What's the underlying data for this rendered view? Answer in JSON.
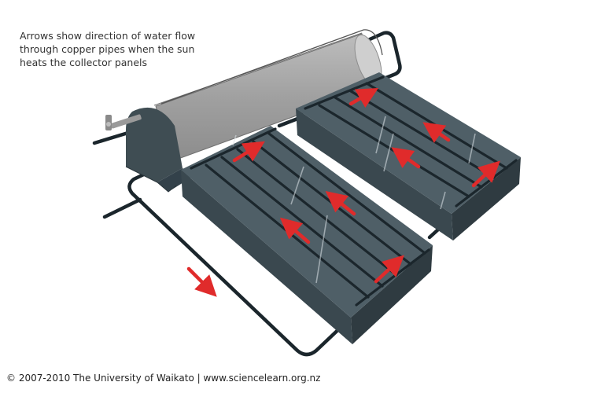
{
  "caption": {
    "line1": "Arrows show direction of water flow",
    "line2": "through copper pipes when the sun",
    "line3": "heats the collector panels"
  },
  "footer": {
    "copyright": "© 2007-2010 The University of Waikato | www.sciencelearn.org.nz"
  },
  "colors": {
    "panel_face": "#4f5f67",
    "panel_side": "#3a484f",
    "panel_front": "#2f3b41",
    "pipe": "#1b262c",
    "tank": "#a3a3a3",
    "tank_end": "#3f4d53",
    "arrow": "#e02b2b",
    "glare": "#dfe6ea"
  },
  "icons": {
    "flow_arrow": "arrow-icon",
    "tap": "tap-icon"
  }
}
